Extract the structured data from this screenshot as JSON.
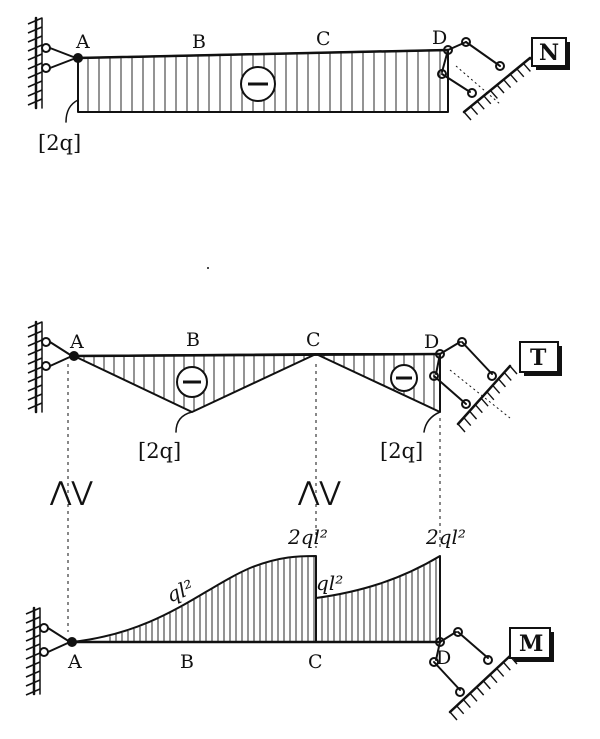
{
  "diagrams": {
    "normal": {
      "label": "N",
      "points": [
        "A",
        "B",
        "C",
        "D"
      ],
      "sign": "−",
      "value_label": "[2q]"
    },
    "shear": {
      "label": "T",
      "points": [
        "A",
        "B",
        "C",
        "D"
      ],
      "signs": [
        "−",
        "−"
      ],
      "value_labels": [
        "[2q]",
        "[2q]"
      ]
    },
    "moment": {
      "label": "M",
      "points": [
        "A",
        "B",
        "C",
        "D"
      ],
      "annotations": [
        "ql²",
        "2ql²",
        "ql²",
        "2ql²"
      ]
    }
  },
  "marks": [
    "⋀⋁",
    "⋀⋁"
  ]
}
